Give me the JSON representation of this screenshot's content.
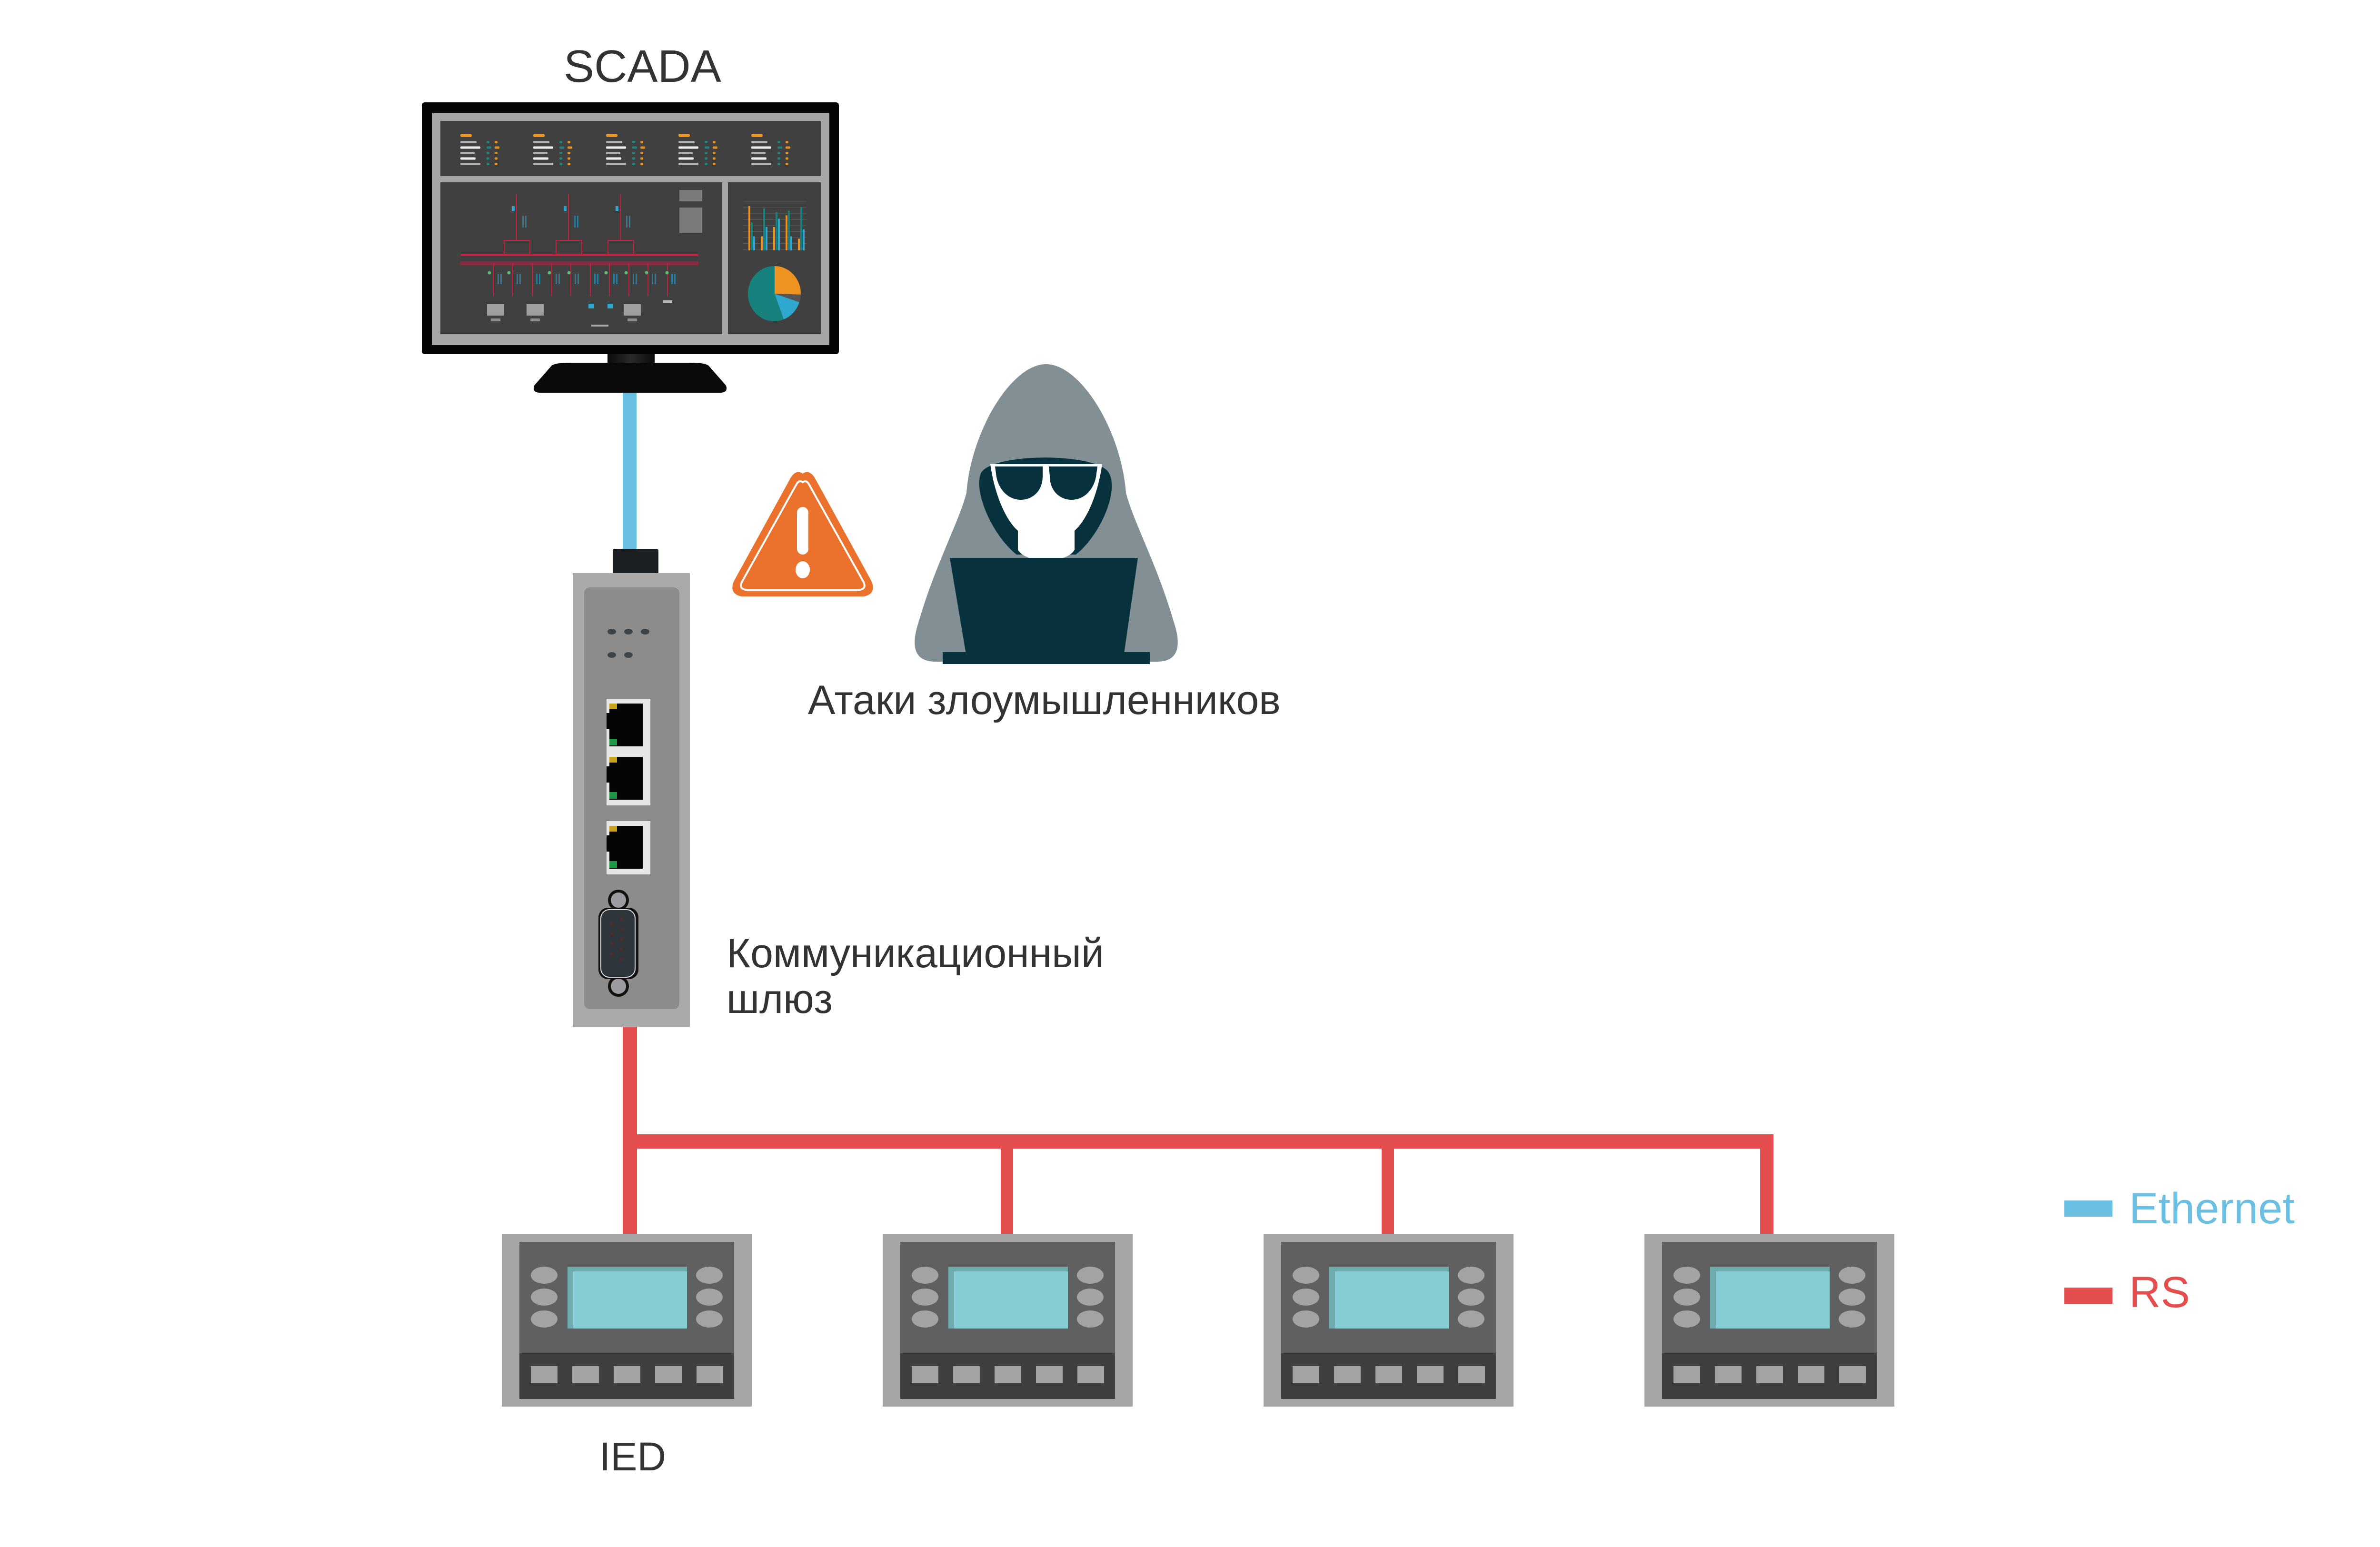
{
  "diagram": {
    "title": "SCADA",
    "nodes": {
      "scada": {
        "label": "SCADA",
        "icon": "monitor-icon"
      },
      "threat": {
        "label": "Атаки злоумышленников",
        "icons": [
          "warning-icon",
          "hacker-icon"
        ]
      },
      "gateway": {
        "label_line1": "Коммуникационный",
        "label_line2": "шлюз",
        "icon": "gateway-icon",
        "rj45_ports": 3,
        "serial_ports": 1
      },
      "ieds": {
        "label": "IED",
        "count": 4
      }
    },
    "links": [
      {
        "from": "scada",
        "to": "gateway",
        "type": "Ethernet"
      },
      {
        "from": "gateway",
        "to": "ied-1",
        "type": "RS"
      },
      {
        "from": "gateway",
        "to": "ied-2",
        "type": "RS"
      },
      {
        "from": "gateway",
        "to": "ied-3",
        "type": "RS"
      },
      {
        "from": "gateway",
        "to": "ied-4",
        "type": "RS"
      }
    ]
  },
  "legend": {
    "items": [
      {
        "label": "Ethernet",
        "color": "#6bbfe3"
      },
      {
        "label": "RS",
        "color": "#e44e4e"
      }
    ]
  },
  "colors": {
    "ethernet": "#6bbfe3",
    "rs": "#e44e4e",
    "warning": "#eb722c",
    "hacker_hood": "#829095",
    "hacker_dark": "#07323d",
    "text": "#333333",
    "screen_teal": "#85ccd3"
  }
}
